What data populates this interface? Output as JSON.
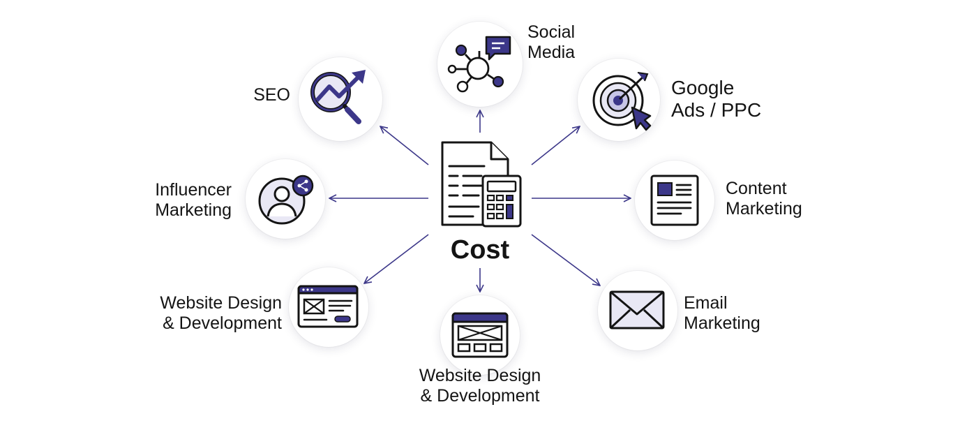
{
  "hub": {
    "title": "Cost",
    "icon": "invoice-calculator-icon"
  },
  "colors": {
    "accent": "#3c3789",
    "accent_light": "#e9e8f5",
    "ink": "#141414",
    "arrow": "#3c3789"
  },
  "nodes": [
    {
      "id": "social-media",
      "icon": "network-chat-icon",
      "lines": [
        "Social",
        "Media"
      ]
    },
    {
      "id": "seo",
      "icon": "magnifier-trend-icon",
      "lines": [
        "SEO"
      ]
    },
    {
      "id": "google-ads",
      "icon": "target-cursor-icon",
      "lines": [
        "Google",
        "Ads / PPC"
      ]
    },
    {
      "id": "influencer",
      "icon": "user-share-icon",
      "lines": [
        "Influencer",
        "Marketing"
      ]
    },
    {
      "id": "content",
      "icon": "article-document-icon",
      "lines": [
        "Content",
        "Marketing"
      ]
    },
    {
      "id": "web-design-left",
      "icon": "browser-layout-icon",
      "lines": [
        "Website Design",
        "& Development"
      ]
    },
    {
      "id": "web-design-bottom",
      "icon": "browser-wireframe-icon",
      "lines": [
        "Website Design",
        "& Development"
      ]
    },
    {
      "id": "email",
      "icon": "envelope-icon",
      "lines": [
        "Email",
        "Marketing"
      ]
    }
  ]
}
